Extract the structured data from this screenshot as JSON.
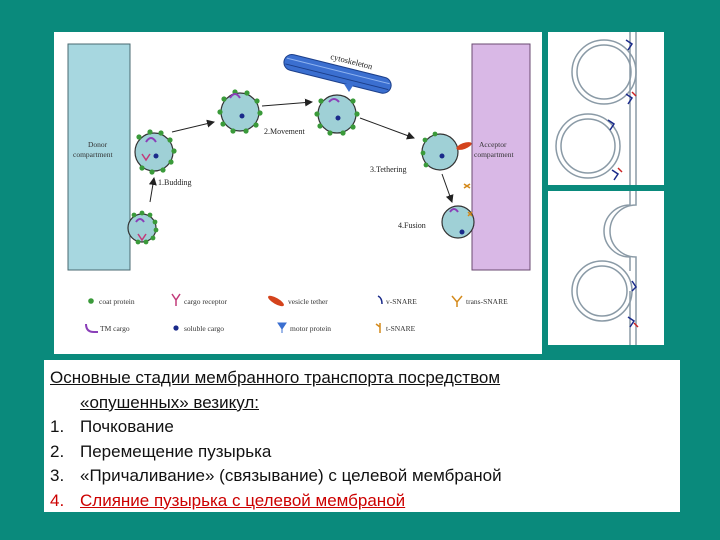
{
  "figure": {
    "cytoskeleton_label": "cytoskeleton",
    "donor_label_1": "Donor",
    "donor_label_2": "compartment",
    "acceptor_label_1": "Acceptor",
    "acceptor_label_2": "compartment",
    "step_budding": "1.Budding",
    "step_movement": "2.Movement",
    "step_tethering": "3.Tethering",
    "step_fusion": "4.Fusion",
    "legend": {
      "coat_protein": "coat protein",
      "cargo_receptor": "cargo receptor",
      "vesicle_tether": "vesicle tether",
      "v_snare": "v-SNARE",
      "trans_snare": "trans-SNARE",
      "tm_cargo": "TM cargo",
      "soluble_cargo": "soluble cargo",
      "motor_protein": "motor protein",
      "t_snare": "t-SNARE"
    },
    "colors": {
      "donor": "#a7d7e0",
      "acceptor": "#d9b8e6",
      "vesicle": "#9fd0d6",
      "coat": "#3a9a3a",
      "tether": "#d4431c",
      "cytoskeleton": "#3b6fd0",
      "cargo": "#8a3fb8",
      "receptor": "#c23b7a"
    }
  },
  "caption": {
    "title_line1": "Основные стадии мембранного транспорта посредством",
    "title_line2": "«опушенных» везикул:",
    "items": [
      {
        "num": "1.",
        "text": "Почкование"
      },
      {
        "num": "2.",
        "text": "Перемещение пузырька"
      },
      {
        "num": "3.",
        "text": "«Причаливание» (связывание) с целевой мембраной"
      },
      {
        "num": "4.",
        "text": "Слияние пузырька с целевой мембраной"
      }
    ]
  }
}
